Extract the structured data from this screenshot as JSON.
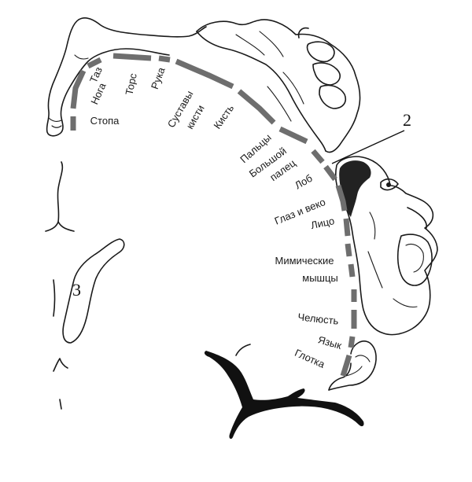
{
  "figure": {
    "callouts": {
      "label_2": "2",
      "label_3": "3"
    },
    "arc_color": "#6e6e6e",
    "labels": {
      "taz": "Таз",
      "noga": "Нога",
      "tors": "Торс",
      "ruka": "Рука",
      "stopa": "Стопа",
      "sustavy": "Суставы",
      "kisti": "кисти",
      "kist": "Кисть",
      "paltsy": "Пальцы",
      "bolshoi": "Большой",
      "palets": "палец",
      "lob": "Лоб",
      "glaz_i_veko": "Глаз и веко",
      "litso": "Лицо",
      "mimicheskie": "Мимические",
      "myshtsy": "мышцы",
      "chelyust": "Челюсть",
      "yazyk": "Язык",
      "glotka": "Глотка"
    },
    "icons": {
      "leg": "leg-drawing-icon",
      "hand": "hand-drawing-icon",
      "head": "face-drawing-icon",
      "tongue": "tongue-drawing-icon",
      "fissure": "sulcus-outline-icon",
      "insula": "insula-outline-icon",
      "vessel": "blood-vessel-icon"
    }
  }
}
